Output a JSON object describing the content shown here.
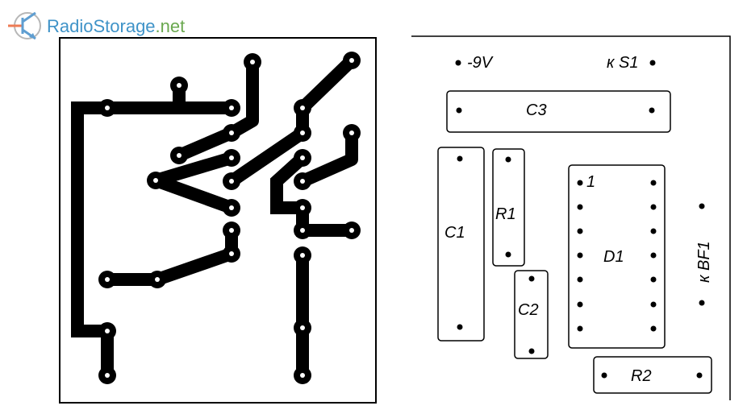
{
  "logo": {
    "part1": "Radio",
    "part2": "Storage",
    "part3": ".net"
  },
  "labels": {
    "minus9v": "-9V",
    "ks1": "к S1",
    "c3": "C3",
    "c1": "C1",
    "r1": "R1",
    "c2": "C2",
    "d1": "D1",
    "d1_pin1": "1",
    "kbf1": "к BF1",
    "r2": "R2"
  },
  "colors": {
    "logo_blue": "#3f93c8",
    "logo_green": "#6aa84f",
    "trace": "#000000"
  }
}
